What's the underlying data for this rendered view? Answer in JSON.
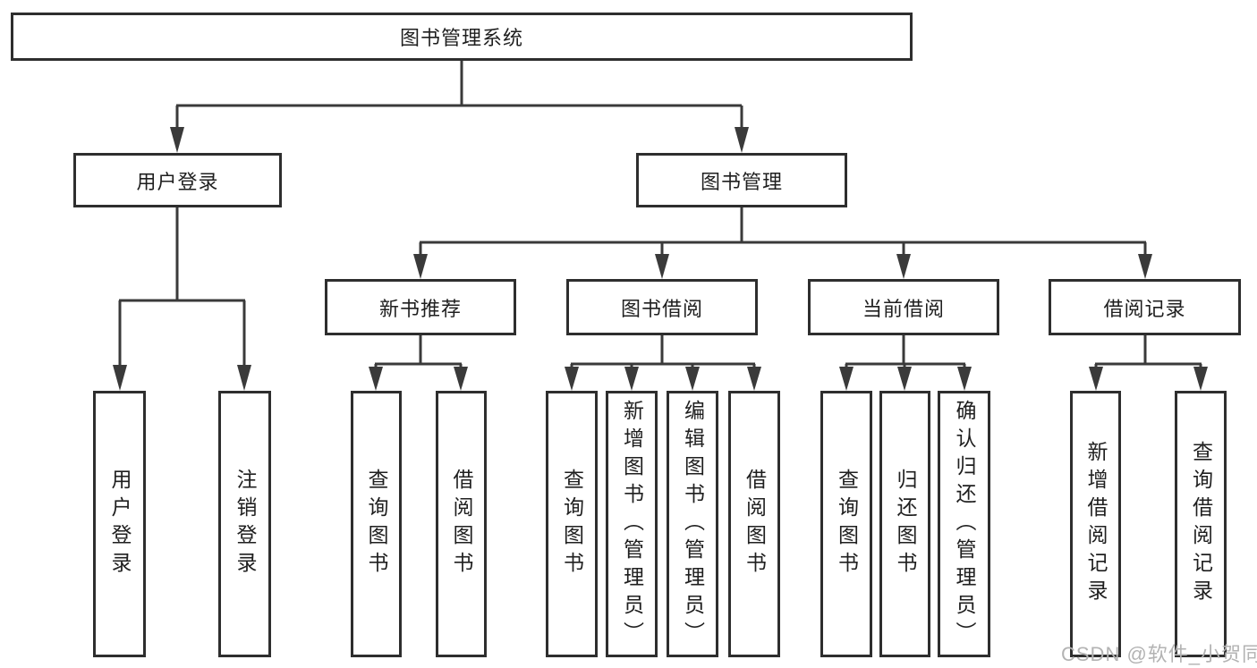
{
  "watermark": "CSDN @软件_小贺同学",
  "colors": {
    "line": "#3a3a3a",
    "border": "#2e2e2e",
    "text": "#1f1f1f",
    "watermark": "#b3b3b3"
  },
  "tree": {
    "label": "图书管理系统",
    "children": [
      {
        "label": "用户登录",
        "children": [
          {
            "label": "用户登录"
          },
          {
            "label": "注销登录"
          }
        ]
      },
      {
        "label": "图书管理",
        "children": [
          {
            "label": "新书推荐",
            "children": [
              {
                "label": "查询图书"
              },
              {
                "label": "借阅图书"
              }
            ]
          },
          {
            "label": "图书借阅",
            "children": [
              {
                "label": "查询图书"
              },
              {
                "label": "新增图书（管理员）"
              },
              {
                "label": "编辑图书（管理员）"
              },
              {
                "label": "借阅图书"
              }
            ]
          },
          {
            "label": "当前借阅",
            "children": [
              {
                "label": "查询图书"
              },
              {
                "label": "归还图书"
              },
              {
                "label": "确认归还（管理员）"
              }
            ]
          },
          {
            "label": "借阅记录",
            "children": [
              {
                "label": "新增借阅记录"
              },
              {
                "label": "查询借阅记录"
              }
            ]
          }
        ]
      }
    ]
  }
}
